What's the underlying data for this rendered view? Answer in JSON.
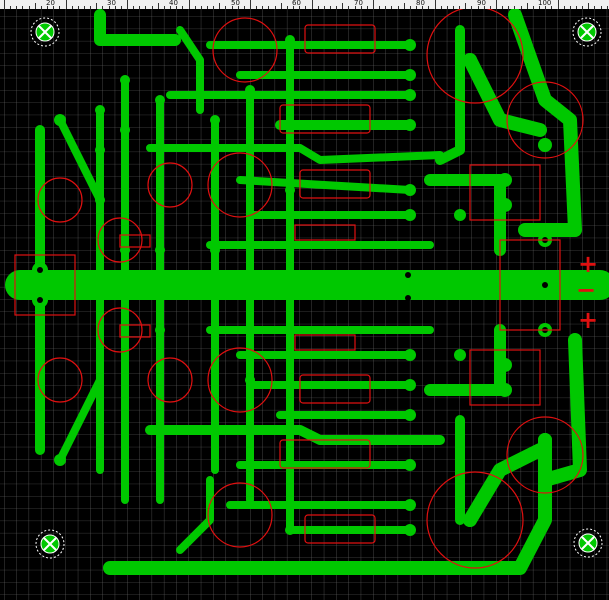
{
  "window": {
    "title": "PCB Layout Editor"
  },
  "ruler": {
    "labels": [
      "20",
      "30",
      "40",
      "50",
      "60",
      "70",
      "80",
      "90",
      "100"
    ]
  },
  "colors": {
    "background": "#000000",
    "grid": "#6e6e6e",
    "copper_trace": "#00c800",
    "silkscreen": "#e01010",
    "pad_hole": "#ffffff",
    "mount_cross": "#00ff00"
  },
  "board_text": {
    "plus_top": "+",
    "minus": "−",
    "plus_bottom": "+"
  },
  "icons": [
    "mounting-hole-icon",
    "capacitor-outline",
    "transistor-outline",
    "resistor-outline"
  ]
}
